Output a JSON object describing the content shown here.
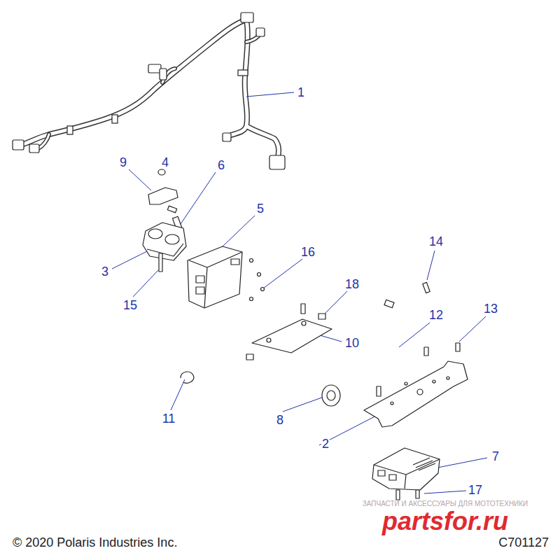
{
  "diagram": {
    "labels": [
      "1",
      "2",
      "3",
      "4",
      "5",
      "6",
      "7",
      "8",
      "9",
      "10",
      "11",
      "12",
      "13",
      "14",
      "15",
      "16",
      "17",
      "18",
      "© 2020 Polaris Industries Inc.",
      "C701127",
      "ЗАПЧАСТИ И АКСЕССУАРЫ ДЛЯ МОТОТЕХНИКИ",
      "partsfor.ru"
    ]
  }
}
